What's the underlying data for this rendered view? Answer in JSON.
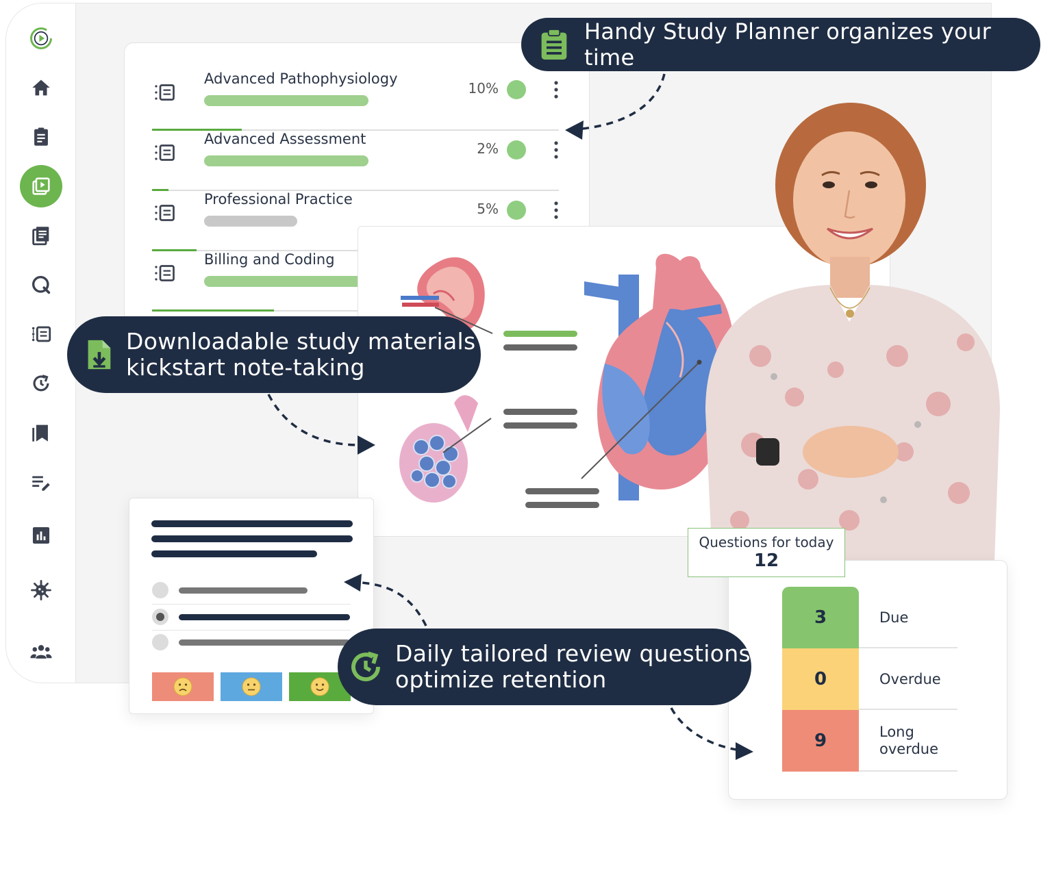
{
  "courses": [
    {
      "name": "Advanced Pathophysiology",
      "percent": "10%",
      "progress": 0.22,
      "bar_color": "#9fd08e"
    },
    {
      "name": "Advanced Assessment",
      "percent": "2%",
      "progress": 0.04,
      "bar_color": "#9fd08e"
    },
    {
      "name": "Professional Practice",
      "percent": "5%",
      "progress": 0.11,
      "bar_color": "#c8c8c8"
    },
    {
      "name": "Billing and Coding",
      "percent": "",
      "progress": 0.3,
      "bar_color": "#9fd08e"
    }
  ],
  "callouts": {
    "planner": "Handy Study Planner organizes your time",
    "materials": "Downloadable study materials\nkickstart note-taking",
    "review": "Daily tailored review questions\noptimize retention"
  },
  "review_stats": {
    "today_label": "Questions for today",
    "today_count": "12",
    "rows": [
      {
        "count": "3",
        "label": "Due",
        "color": "#86c56e"
      },
      {
        "count": "0",
        "label": "Overdue",
        "color": "#fbd278"
      },
      {
        "count": "9",
        "label": "Long\noverdue",
        "color": "#ef8c78"
      }
    ]
  },
  "sidebar": {
    "icons": [
      "logo-icon",
      "home-icon",
      "clipboard-icon",
      "video-library-icon",
      "notes-icon",
      "qbank-icon",
      "study-plan-icon",
      "review-icon",
      "bookmarks-icon",
      "edit-list-icon",
      "analytics-icon",
      "virus-icon",
      "community-icon"
    ]
  },
  "colors": {
    "navy": "#1f2d44",
    "accent_green": "#6db54f",
    "progress_green": "#5aaa3e"
  }
}
